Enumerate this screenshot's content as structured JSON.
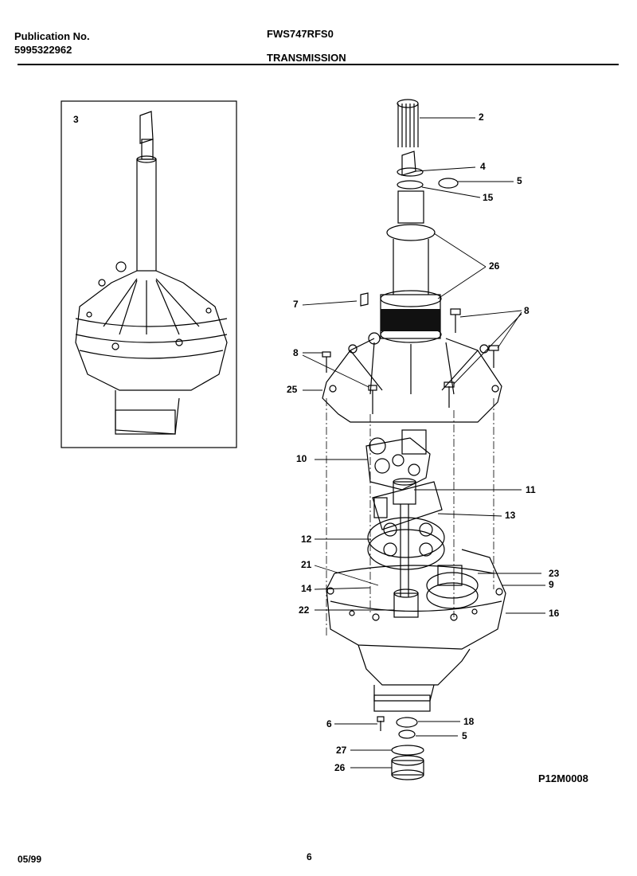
{
  "header": {
    "pub_label": "Publication No.",
    "pub_number": "5995322962",
    "model": "FWS747RFS0",
    "section": "TRANSMISSION"
  },
  "inset": {
    "label": "3"
  },
  "callouts": {
    "c2": "2",
    "c4": "4",
    "c5a": "5",
    "c15": "15",
    "c26a": "26",
    "c7": "7",
    "c8a": "8",
    "c8b": "8",
    "c25": "25",
    "c10": "10",
    "c11": "11",
    "c13": "13",
    "c12": "12",
    "c21": "21",
    "c14": "14",
    "c22": "22",
    "c23": "23",
    "c9": "9",
    "c16": "16",
    "c6": "6",
    "c18": "18",
    "c5b": "5",
    "c27": "27",
    "c26b": "26"
  },
  "figure_code": "P12M0008",
  "footer": {
    "date": "05/99",
    "page": "6"
  }
}
